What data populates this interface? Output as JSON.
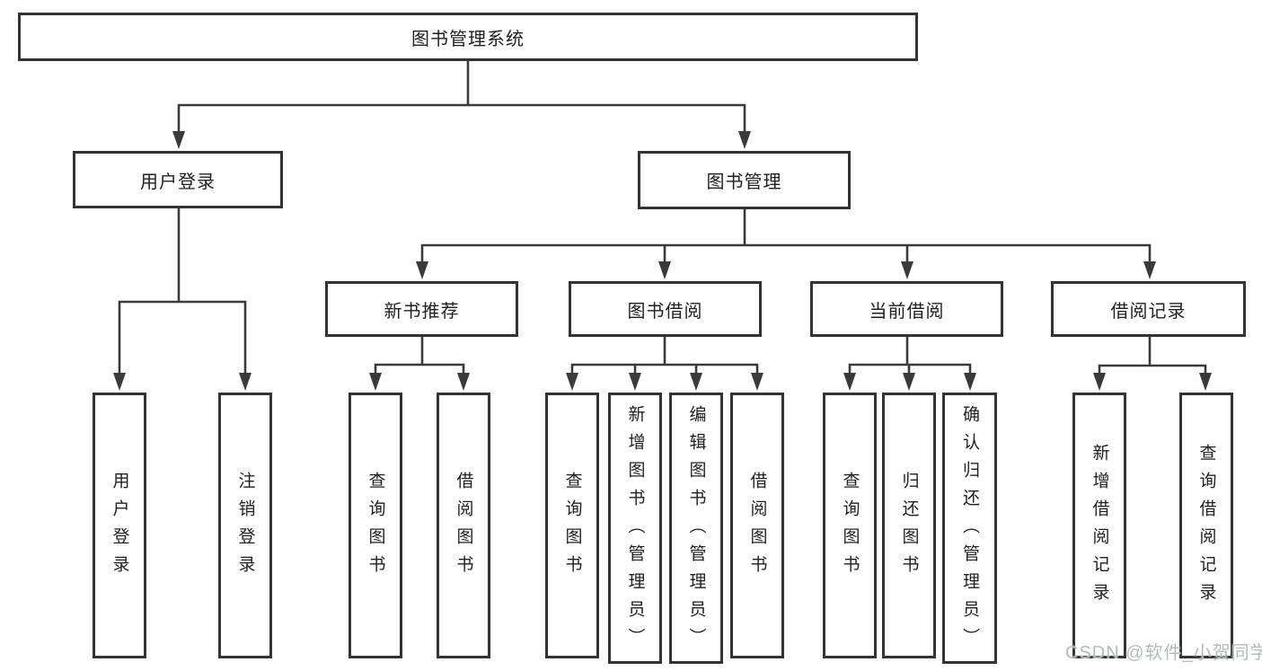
{
  "diagram": {
    "type": "functional-structure-tree",
    "tree": {
      "root": {
        "label": "图书管理系统",
        "children": [
          {
            "label": "用户登录",
            "children": [
              {
                "label": "用户登录"
              },
              {
                "label": "注销登录"
              }
            ]
          },
          {
            "label": "图书管理",
            "children": [
              {
                "label": "新书推荐",
                "children": [
                  {
                    "label": "查询图书"
                  },
                  {
                    "label": "借阅图书"
                  }
                ]
              },
              {
                "label": "图书借阅",
                "children": [
                  {
                    "label": "查询图书"
                  },
                  {
                    "label": "新增图书（管理员）"
                  },
                  {
                    "label": "编辑图书（管理员）"
                  },
                  {
                    "label": "借阅图书"
                  }
                ]
              },
              {
                "label": "当前借阅",
                "children": [
                  {
                    "label": "查询图书"
                  },
                  {
                    "label": "归还图书"
                  },
                  {
                    "label": "确认归还（管理员）"
                  }
                ]
              },
              {
                "label": "借阅记录",
                "children": [
                  {
                    "label": "新增借阅记录"
                  },
                  {
                    "label": "查询借阅记录"
                  }
                ]
              }
            ]
          }
        ]
      }
    },
    "colors": {
      "line": "#3a3a3a",
      "box_border": "#333333",
      "text": "#1f1f1f",
      "watermark": "#b0b5bd",
      "background": "#ffffff"
    }
  },
  "watermark": {
    "text": "CSDN @软件_小贺同学"
  }
}
